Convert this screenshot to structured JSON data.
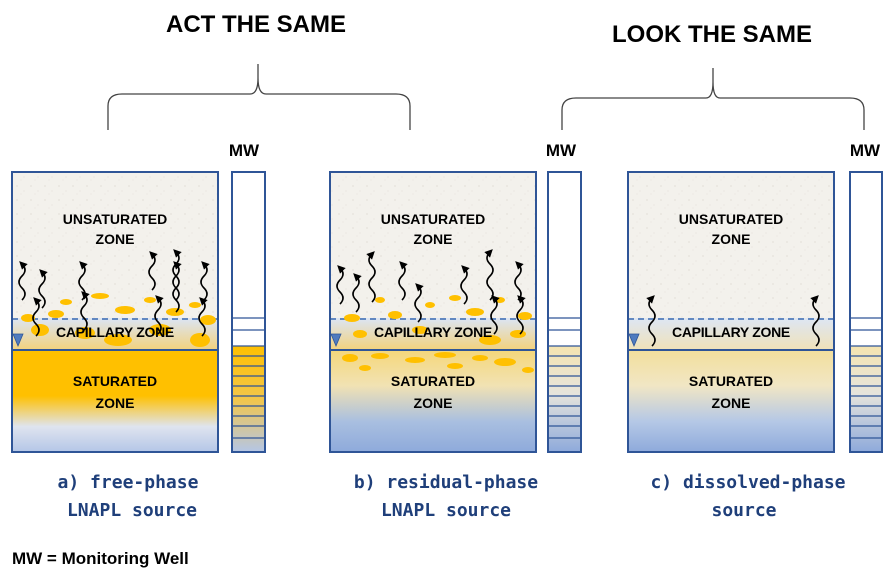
{
  "header": {
    "left": "ACT THE SAME",
    "right": "LOOK THE SAME"
  },
  "mw_label": "MW",
  "zones": {
    "unsaturated_1": "UNSATURATED",
    "unsaturated_2": "ZONE",
    "capillary": "CAPILLARY ZONE",
    "saturated_1": "SATURATED",
    "saturated_2": "ZONE"
  },
  "panels": [
    {
      "caption_line1": "a) free-phase",
      "caption_line2": "LNAPL source"
    },
    {
      "caption_line1": "b) residual-phase",
      "caption_line2": "LNAPL source"
    },
    {
      "caption_line1": "c) dissolved-phase",
      "caption_line2": "source"
    }
  ],
  "footnote": "MW = Monitoring Well",
  "colors": {
    "frame": "#2f5597",
    "unsaturated": "#f4f2ee",
    "lnapl": "#ffc000",
    "saturated_blue": "#8eaadb",
    "caption": "#1f3f7a"
  }
}
